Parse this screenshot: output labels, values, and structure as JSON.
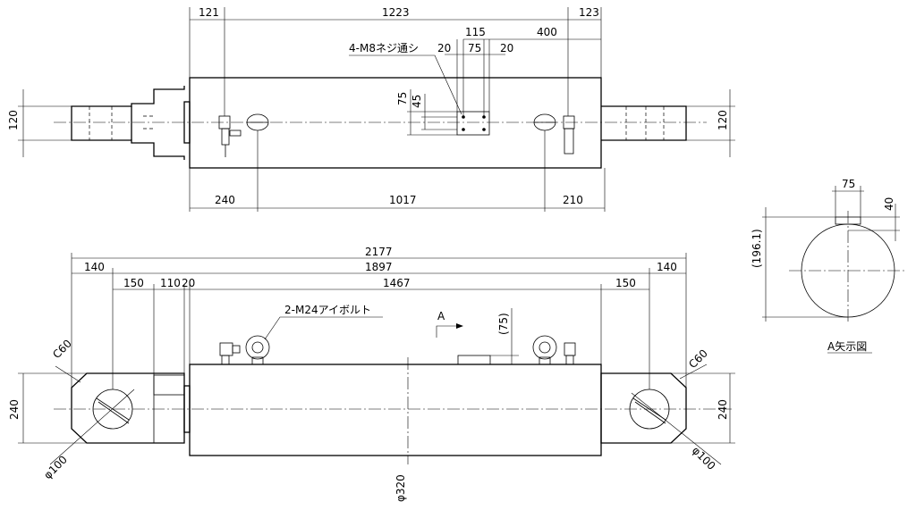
{
  "top_view": {
    "dims": {
      "left_rod": "121",
      "body_length": "1223",
      "right_rod": "123",
      "hole_span": "115",
      "pad_width": "75",
      "pad_left_offset": "20",
      "pad_right_offset": "20",
      "right_to_pad": "400",
      "pad_height": "75",
      "pad_hole_pitch": "45",
      "clevis_left_height": "120",
      "clevis_right_height": "120",
      "bottom_left": "240",
      "bottom_mid": "1017",
      "bottom_right": "210"
    },
    "notes": {
      "tapped_holes": "4-M8ネジ通シ"
    }
  },
  "front_view": {
    "dims": {
      "overall": "2177",
      "pin_to_pin": "1897",
      "left_end": "140",
      "right_end": "140",
      "left_clevis": "150",
      "left_neck": "110",
      "left_flange": "20",
      "body": "1467",
      "right_clevis": "150",
      "pad_height": "(75)",
      "height_left": "240",
      "height_right": "240",
      "diameter": "φ320",
      "pin_left": "φ100",
      "pin_right": "φ100",
      "chamfer_left": "C60",
      "chamfer_right": "C60"
    },
    "notes": {
      "eye_bolts": "2-M24アイボルト",
      "view_arrow": "A"
    }
  },
  "view_a": {
    "title": "A矢示図",
    "dims": {
      "pad_width": "75",
      "pad_height": "40",
      "height": "(196.1)"
    }
  }
}
